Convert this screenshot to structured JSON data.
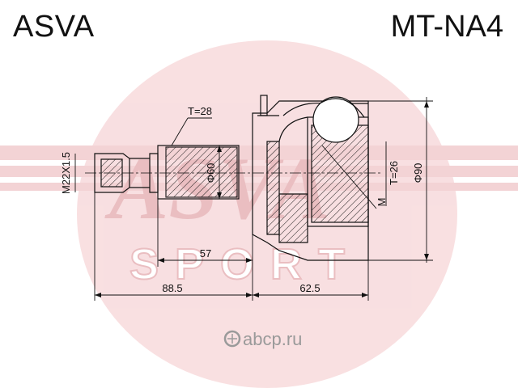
{
  "header": {
    "brand": "ASVA",
    "part_number": "MT-NA4"
  },
  "dimensions": {
    "thread": "M22X1.5",
    "teeth_outer": "T=28",
    "shaft_dia": "Φ60",
    "length_shaft": "57",
    "length_total_left": "88.5",
    "length_housing": "62.5",
    "teeth_inner": "T=26",
    "housing_dia": "Φ90",
    "abs_ring": "M"
  },
  "watermark": {
    "logo_text": "ASVA",
    "logo_sub": "SPORT",
    "site": "abcp.ru",
    "color": "#e8a3a8"
  }
}
